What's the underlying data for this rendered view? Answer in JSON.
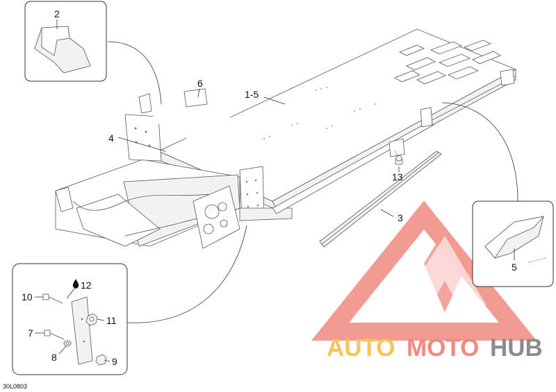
{
  "callouts": {
    "c1_5": "1-5",
    "c2": "2",
    "c3": "3",
    "c4": "4",
    "c5": "5",
    "c6": "6",
    "c7": "7",
    "c8": "8",
    "c9": "9",
    "c10": "10",
    "c11": "11",
    "c12": "12",
    "c13": "13"
  },
  "drawing_code": "30L0803",
  "watermark": {
    "auto": "AUTO",
    "moto": "MOTO",
    "hub": "HUB",
    "colors": {
      "triangle": "#f08a80",
      "auto": "#f6c55a",
      "moto": "#f08a80",
      "hub": "#8c8c8c"
    }
  },
  "icons": {
    "drop": "liquid-drop-icon"
  }
}
